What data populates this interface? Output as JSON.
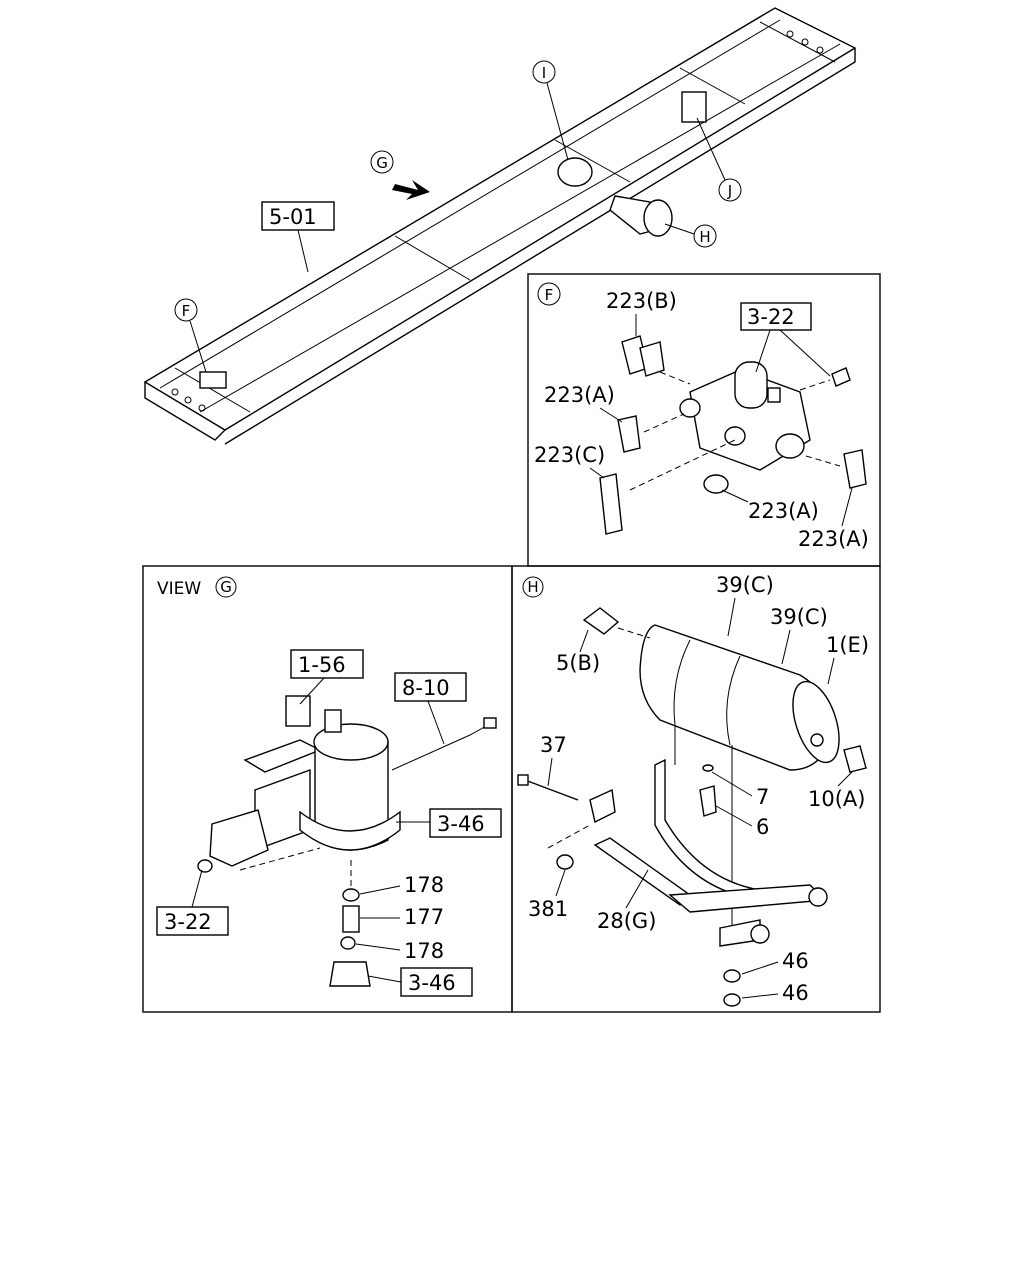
{
  "main_view": {
    "frame_ref": "5-01",
    "marker_g": "G",
    "marker_i": "I",
    "marker_j": "J",
    "marker_h": "H",
    "marker_f": "F"
  },
  "detail_f": {
    "marker": "F",
    "ref_valve": "3-22",
    "label_223b": "223(B)",
    "label_223a_1": "223(A)",
    "label_223c": "223(C)",
    "label_223a_2": "223(A)",
    "label_223a_3": "223(A)"
  },
  "view_g": {
    "title_prefix": "VIEW",
    "marker": "G",
    "ref_156": "1-56",
    "ref_810": "8-10",
    "ref_346_a": "3-46",
    "ref_322": "3-22",
    "label_178_a": "178",
    "label_177": "177",
    "label_178_b": "178",
    "ref_346_b": "3-46"
  },
  "detail_h": {
    "marker": "H",
    "label_39c_1": "39(C)",
    "label_39c_2": "39(C)",
    "label_1e": "1(E)",
    "label_5b": "5(B)",
    "label_37": "37",
    "label_7": "7",
    "label_10a": "10(A)",
    "label_6": "6",
    "label_381": "381",
    "label_28g": "28(G)",
    "label_46_a": "46",
    "label_46_b": "46"
  }
}
